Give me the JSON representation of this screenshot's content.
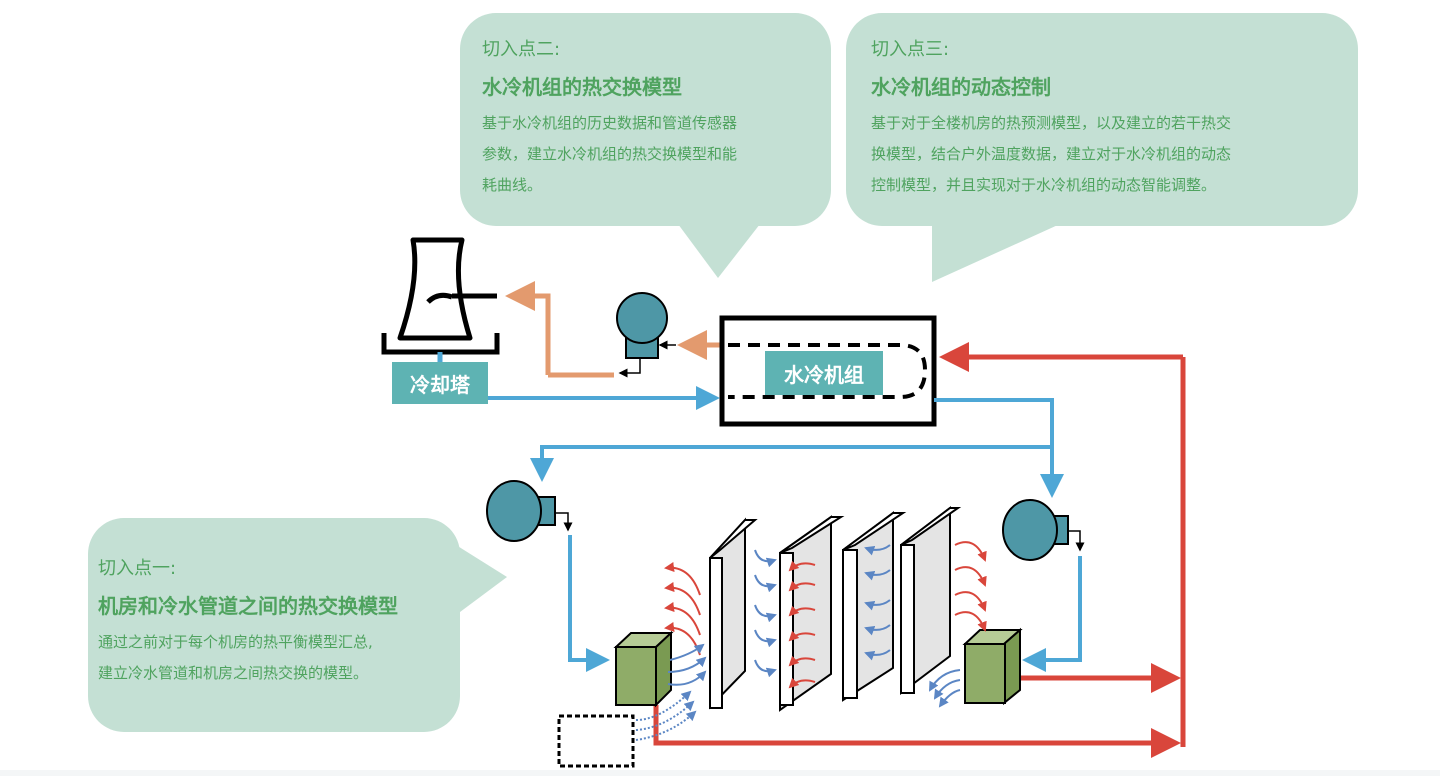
{
  "bubbles": {
    "point1": {
      "label": "切入点一:",
      "title": "机房和冷水管道之间的热交换模型",
      "body_lines": [
        "通过之前对于每个机房的热平衡模型汇总,",
        "建立冷水管道和机房之间热交换的模型。"
      ]
    },
    "point2": {
      "label": "切入点二:",
      "title": "水冷机组的热交换模型",
      "body_lines": [
        "基于水冷机组的历史数据和管道传感器",
        "参数，建立水冷机组的热交换模型和能",
        "耗曲线。"
      ]
    },
    "point3": {
      "label": "切入点三:",
      "title": "水冷机组的动态控制",
      "body_lines": [
        "基于对于全楼机房的热预测模型，以及建立的若干热交",
        "换模型，结合户外温度数据，建立对于水冷机组的动态",
        "控制模型，并且实现对于水冷机组的动态智能调整。"
      ]
    }
  },
  "components": {
    "cooling_tower_label": "冷却塔",
    "chiller_label": "水冷机组"
  },
  "colors": {
    "bubble_bg": "#c4e0d4",
    "bubble_text": "#4fa35f",
    "label_bg": "#5eb3b3",
    "cold_pipe": "#4ea7d6",
    "hot_pipe": "#d9463b",
    "condenser_pipe": "#e39a6e",
    "pump": "#4e97a6",
    "cabinet": "#8fac68"
  }
}
